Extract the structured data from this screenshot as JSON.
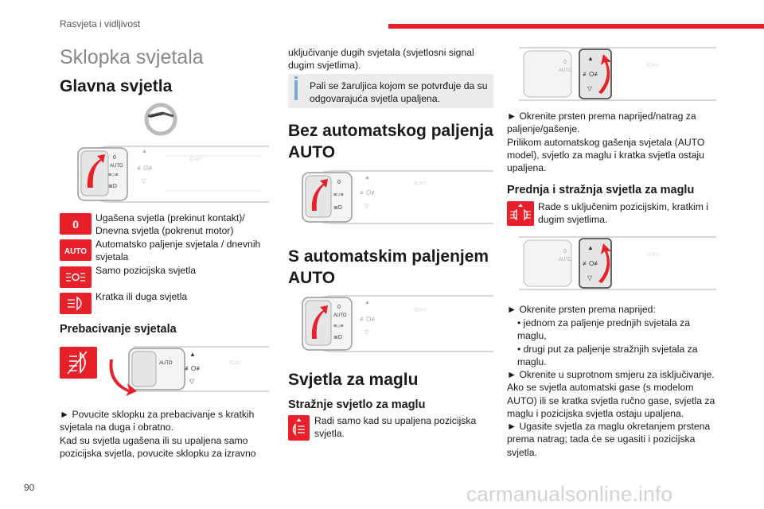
{
  "header": {
    "section": "Rasvjeta i vidljivost",
    "page": "90",
    "watermark": "carmanualsonline.info"
  },
  "col1": {
    "title": "Sklopka svjetala",
    "main_heading": "Glavna svjetla",
    "legend": [
      {
        "symbol": "0",
        "icon": "zero-symbol",
        "text": "Ugašena svjetla (prekinut kontakt)/ Dnevna svjetla (pokrenut motor)"
      },
      {
        "symbol": "AUTO",
        "icon": "auto-symbol",
        "text": "Automatsko paljenje svjetala / dnevnih svjetala"
      },
      {
        "icon": "position-lights-icon",
        "text": "Samo pozicijska svjetla"
      },
      {
        "icon": "headlights-icon",
        "text": "Kratka ili duga svjetla"
      }
    ],
    "switch_heading": "Prebacivanje svjetala",
    "switch_text": "► Povucite sklopku za prebacivanje s kratkih svjetala na duga i obratno.\nKad su svjetla ugašena ili su upaljena samo pozicijska svjetla, povucite sklopku za izravno"
  },
  "col2": {
    "continued_text": "uključivanje dugih svjetala (svjetlosni signal dugim svjetlima).",
    "info_note": "Pali se žaruljica kojom se potvrđuje da su odgovarajuća svjetla upaljena.",
    "heading_no_auto": "Bez automatskog paljenja AUTO",
    "heading_with_auto": "S automatskim paljenjem AUTO",
    "fog_heading": "Svjetla za maglu",
    "rear_fog_heading": "Stražnje svjetlo za maglu",
    "rear_fog_text": "Radi samo kad su upaljena pozicijska svjetla."
  },
  "col3": {
    "ring_text": "► Okrenite prsten prema naprijed/natrag za paljenje/gašenje.\nPrilikom automatskog gašenja svjetala (AUTO model), svjetlo za maglu i kratka svjetla ostaju upaljena.",
    "front_rear_fog_heading": "Prednja i stražnja svjetla za maglu",
    "front_rear_fog_text": "Rade s uključenim pozicijskim, kratkim i dugim svjetlima.",
    "turn_forward": "► Okrenite prsten prema naprijed:",
    "bullets": [
      "• jednom za paljenje prednjih svjetala za maglu,",
      "• drugi put za paljenje stražnjih svjetala za maglu."
    ],
    "closing_text": "► Okrenite u suprotnom smjeru za isključivanje.\nAko se svjetla automatski gase (s modelom AUTO) ili se kratka svjetla ručno gase, svjetla za maglu i pozicijska svjetla ostaju upaljena.\n► Ugasite svjetla za maglu okretanjem prstena prema natrag; tada će se ugasiti i pozicijska svjetla."
  },
  "colors": {
    "accent": "#e8202a",
    "info": "#7aa7d7",
    "title_gray": "#888888"
  }
}
